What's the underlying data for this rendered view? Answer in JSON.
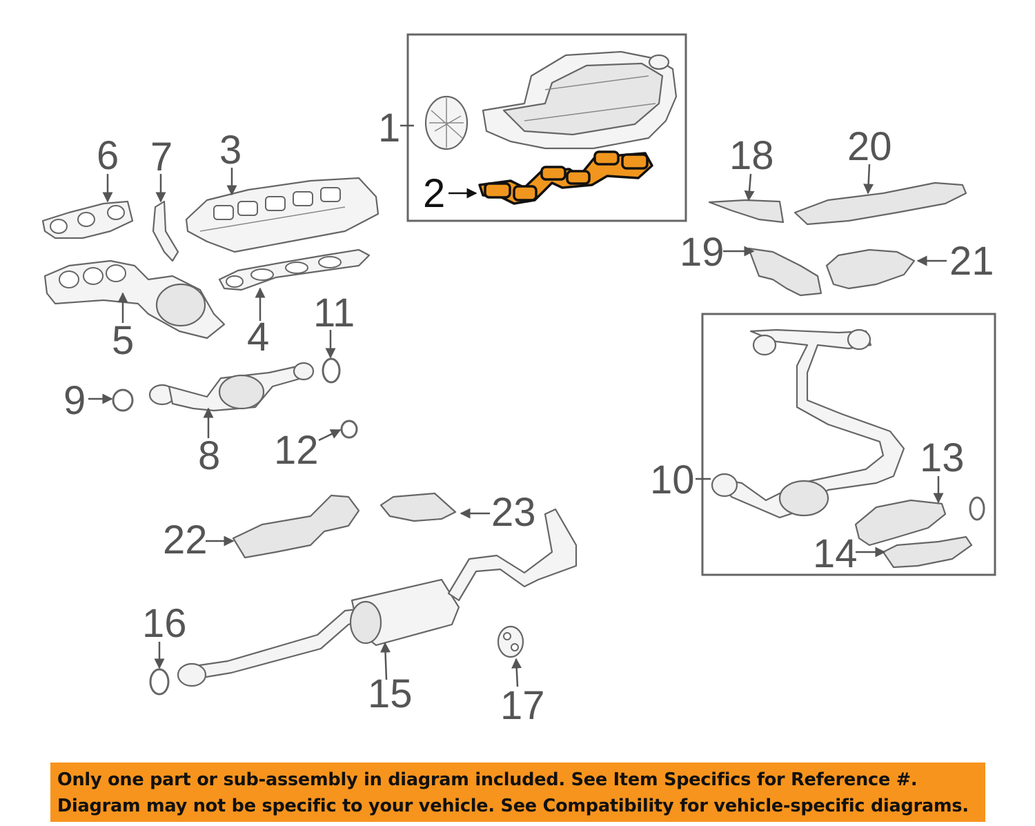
{
  "diagram": {
    "callouts": {
      "c1": "1",
      "c2": "2",
      "c3": "3",
      "c4": "4",
      "c5": "5",
      "c6": "6",
      "c7": "7",
      "c8": "8",
      "c9": "9",
      "c10": "10",
      "c11": "11",
      "c12": "12",
      "c13": "13",
      "c14": "14",
      "c15": "15",
      "c16": "16",
      "c17": "17",
      "c18": "18",
      "c19": "19",
      "c20": "20",
      "c21": "21",
      "c22": "22",
      "c23": "23"
    },
    "highlight_color": "#f0961e"
  },
  "banner": {
    "line1": "Only one part or sub-assembly in diagram included. See Item Specifics for Reference #.",
    "line2": "Diagram may not be specific to your vehicle. See Compatibility for vehicle-specific diagrams.",
    "background_color": "#f7941d"
  }
}
